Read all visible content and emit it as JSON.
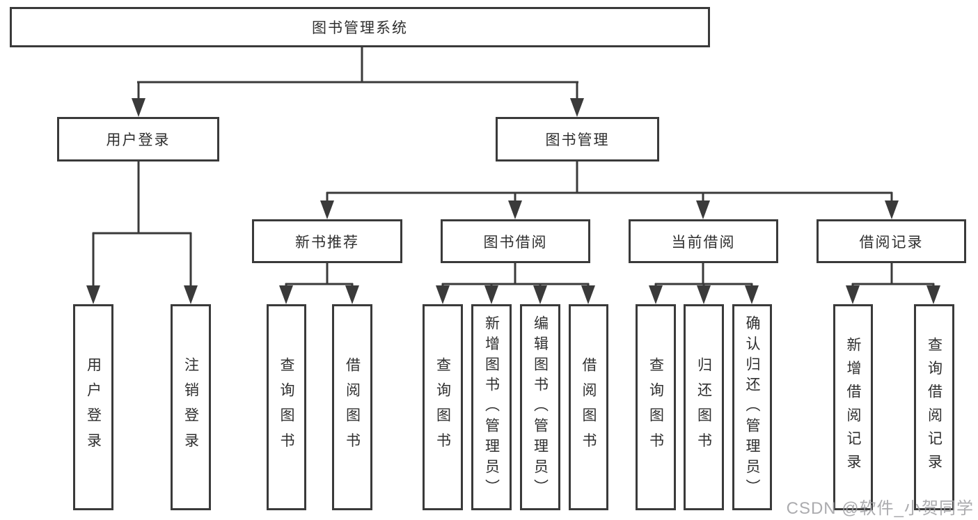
{
  "tree": {
    "root": {
      "label": "图书管理系统"
    },
    "user_login": {
      "label": "用户登录",
      "children": [
        {
          "label": "用户登录"
        },
        {
          "label": "注销登录"
        }
      ]
    },
    "book_management": {
      "label": "图书管理",
      "modules": [
        {
          "label": "新书推荐",
          "children": [
            {
              "label": "查询图书"
            },
            {
              "label": "借阅图书"
            }
          ]
        },
        {
          "label": "图书借阅",
          "children": [
            {
              "label": "查询图书"
            },
            {
              "label": "新增图书（管理员）"
            },
            {
              "label": "编辑图书（管理员）"
            },
            {
              "label": "借阅图书"
            }
          ]
        },
        {
          "label": "当前借阅",
          "children": [
            {
              "label": "查询图书"
            },
            {
              "label": "归还图书"
            },
            {
              "label": "确认归还（管理员）"
            }
          ]
        },
        {
          "label": "借阅记录",
          "children": [
            {
              "label": "新增借阅记录"
            },
            {
              "label": "查询借阅记录"
            }
          ]
        }
      ]
    }
  },
  "watermark": "CSDN @软件_小贺同学",
  "colors": {
    "line": "#3a3a3a",
    "text": "#2f2f2f",
    "background": "#ffffff",
    "watermark": "#9d9da1"
  }
}
